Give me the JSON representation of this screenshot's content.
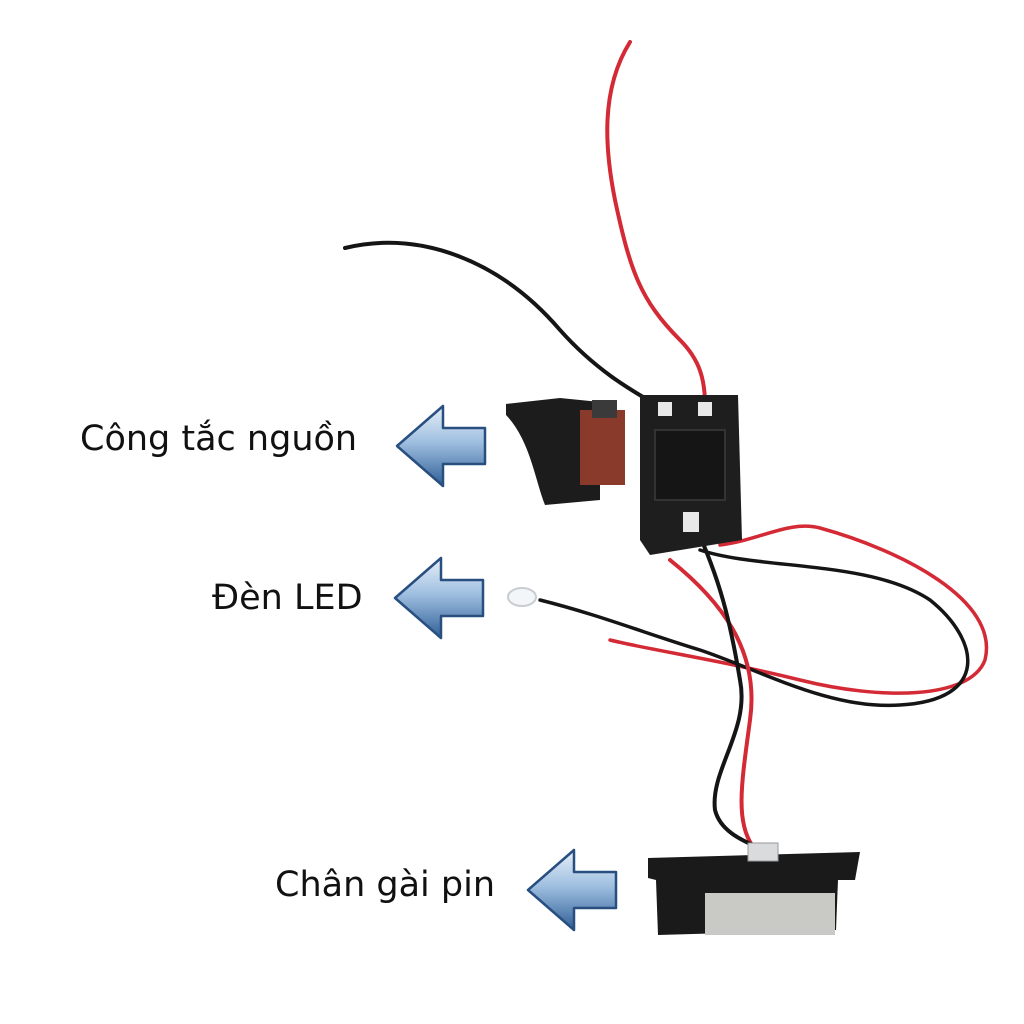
{
  "labels": {
    "power_switch": "Công tắc nguồn",
    "led_light": "Đèn LED",
    "battery_connector": "Chân gài pin"
  },
  "icons": [
    "left-arrow-icon"
  ],
  "colors": {
    "arrow_light": "#dbe8f5",
    "arrow_dark": "#2f5f96",
    "red_wire": "#d42a35",
    "black_wire": "#151515",
    "switch_body": "#1c1c1c",
    "switch_accent": "#8a3a2a",
    "metal_plate": "#c9c9c6"
  }
}
